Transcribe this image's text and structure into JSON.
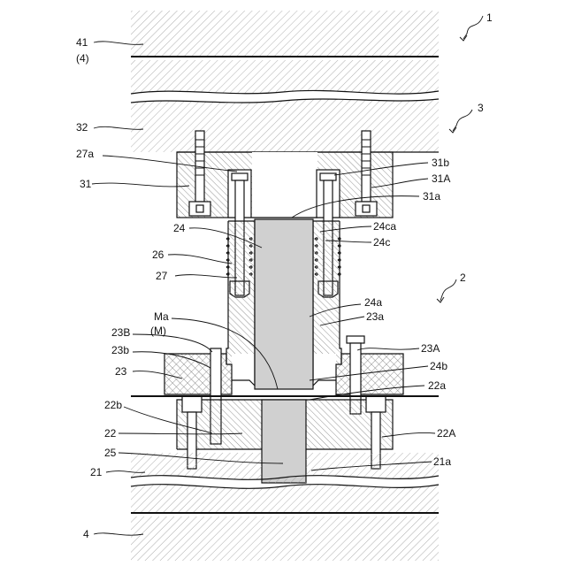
{
  "figure": {
    "labels": {
      "l1": "1",
      "l41": "41",
      "l4p": "(4)",
      "l3": "3",
      "l32": "32",
      "l27a": "27a",
      "l31b": "31b",
      "l31": "31",
      "l31A": "31A",
      "l31a": "31a",
      "l24": "24",
      "l24ca": "24ca",
      "l24c": "24c",
      "l26": "26",
      "l27": "27",
      "l2": "2",
      "l24a": "24a",
      "lMa": "Ma",
      "lMp": "(M)",
      "l23a": "23a",
      "l23B": "23B",
      "l23b": "23b",
      "l23A": "23A",
      "l24b": "24b",
      "l23": "23",
      "l22a": "22a",
      "l22b": "22b",
      "l22": "22",
      "l22A": "22A",
      "l25": "25",
      "l21": "21",
      "l21a": "21a",
      "l4": "4"
    },
    "colors": {
      "ink": "#111111",
      "hatch": "#9a9a9a",
      "paper": "#ffffff"
    }
  }
}
